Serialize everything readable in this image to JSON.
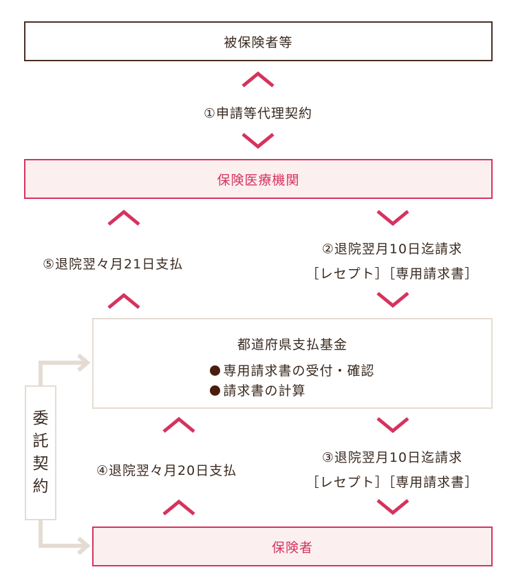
{
  "boxes": {
    "insured": "被保険者等",
    "hospital": "保険医療機関",
    "fund_title": "都道府県支払基金",
    "fund_item1": "専用請求書の受付・確認",
    "fund_item2": "請求書の計算",
    "insurer": "保険者"
  },
  "labels": {
    "step1": "①申請等代理契約",
    "step2_line1": "②退院翌月10日迄請求",
    "step2_line2": "［レセプト］［専用請求書］",
    "step3_line1": "③退院翌月10日迄請求",
    "step3_line2": "［レセプト］［専用請求書］",
    "step4": "④退院翌々月20日支払",
    "step5": "⑤退院翌々月21日支払"
  },
  "commission": [
    "委",
    "託",
    "契",
    "約"
  ],
  "colors": {
    "accent": "#d5335f",
    "dark_border": "#4a2c22",
    "beige": "#e4dcd3",
    "pink_fill": "#fbefef"
  }
}
